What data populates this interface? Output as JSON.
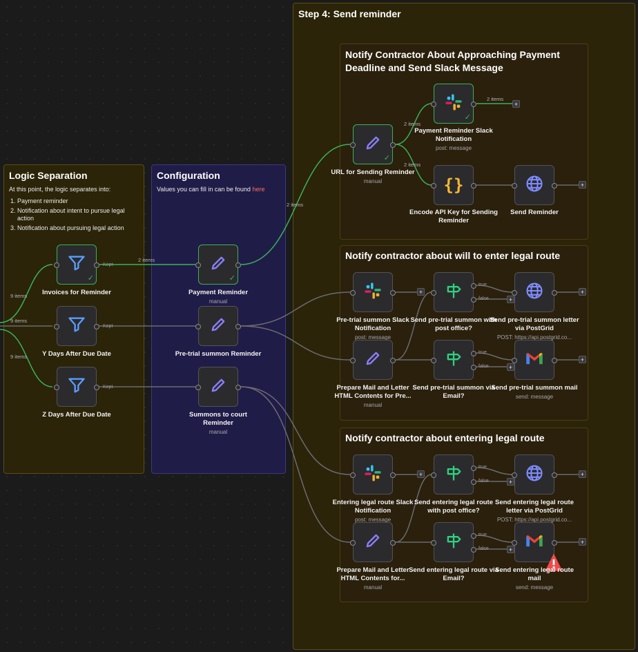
{
  "stickies": {
    "step4_title": "Step 4: Send reminder",
    "logic_title": "Logic Separation",
    "logic_intro": "At this point, the logic separates into:",
    "logic_items": [
      "Payment reminder",
      "Notification about intent to pursue legal action",
      "Notification about pursuing legal action"
    ],
    "config_title": "Configuration",
    "config_text": "Values you can fill in can be found",
    "config_link": "here",
    "section1_title": "Notify Contractor About Approaching Payment Deadline and Send Slack Message",
    "section2_title": "Notify contractor about will to enter legal route",
    "section3_title": "Notify contractor about entering legal route"
  },
  "nodes": {
    "invoices_for_reminder": {
      "label": "Invoices for Reminder",
      "sub": "",
      "icon": "filter-icon"
    },
    "y_days_after_due": {
      "label": "Y Days After Due Date",
      "sub": "",
      "icon": "filter-icon"
    },
    "z_days_after_due": {
      "label": "Z Days After Due Date",
      "sub": "",
      "icon": "filter-icon"
    },
    "payment_reminder": {
      "label": "Payment Reminder",
      "sub": "manual",
      "icon": "pencil-icon"
    },
    "pretrial_summon_reminder": {
      "label": "Pre-trial summon Reminder",
      "sub": "",
      "icon": "pencil-icon"
    },
    "summons_to_court_reminder": {
      "label": "Summons to court Reminder",
      "sub": "manual",
      "icon": "pencil-icon"
    },
    "url_for_sending_reminder": {
      "label": "URL for Sending Reminder",
      "sub": "manual",
      "icon": "pencil-icon"
    },
    "payment_reminder_slack": {
      "label": "Payment Reminder Slack Notification",
      "sub": "post: message",
      "icon": "slack-icon"
    },
    "encode_api_key": {
      "label": "Encode API Key for Sending Reminder",
      "sub": "",
      "icon": "code-braces-icon"
    },
    "send_reminder": {
      "label": "Send Reminder",
      "sub": "",
      "icon": "globe-icon"
    },
    "pretrial_slack": {
      "label": "Pre-trial summon Slack Notification",
      "sub": "post: message",
      "icon": "slack-icon"
    },
    "send_pretrial_post_office_if": {
      "label": "Send pre-trial summon with post office?",
      "sub": "",
      "icon": "signpost-icon"
    },
    "send_pretrial_postgrid": {
      "label": "Send pre-trial summon letter via PostGrid",
      "sub": "POST: https://api.postgrid.co...",
      "icon": "globe-icon"
    },
    "prepare_mail_pretrial": {
      "label": "Prepare Mail and Letter HTML Contents for Pre...",
      "sub": "manual",
      "icon": "pencil-icon"
    },
    "send_pretrial_email_if": {
      "label": "Send pre-trial summon via Email?",
      "sub": "",
      "icon": "signpost-icon"
    },
    "send_pretrial_mail": {
      "label": "Send pre-trial summon mail",
      "sub": "send: message",
      "icon": "gmail-icon"
    },
    "legal_slack": {
      "label": "Entering legal route Slack Notification",
      "sub": "post: message",
      "icon": "slack-icon"
    },
    "send_legal_post_office_if": {
      "label": "Send entering legal route with post office?",
      "sub": "",
      "icon": "signpost-icon"
    },
    "send_legal_postgrid": {
      "label": "Send entering legal route letter via PostGrid",
      "sub": "POST: https://api.postgrid.co...",
      "icon": "globe-icon"
    },
    "prepare_mail_legal": {
      "label": "Prepare Mail and Letter HTML Contents for...",
      "sub": "manual",
      "icon": "pencil-icon"
    },
    "send_legal_email_if": {
      "label": "Send entering legal route via Email?",
      "sub": "",
      "icon": "signpost-icon"
    },
    "send_legal_mail": {
      "label": "Send entering legal route mail",
      "sub": "send: message",
      "icon": "gmail-icon"
    }
  },
  "edge_labels": {
    "nine_items": "9 items",
    "two_items": "2 items",
    "kept": "Kept",
    "true": "true",
    "false": "false"
  },
  "colors": {
    "success": "#3bb15a",
    "edge": "#6b6b70",
    "accent_link": "#ff6d5a"
  }
}
